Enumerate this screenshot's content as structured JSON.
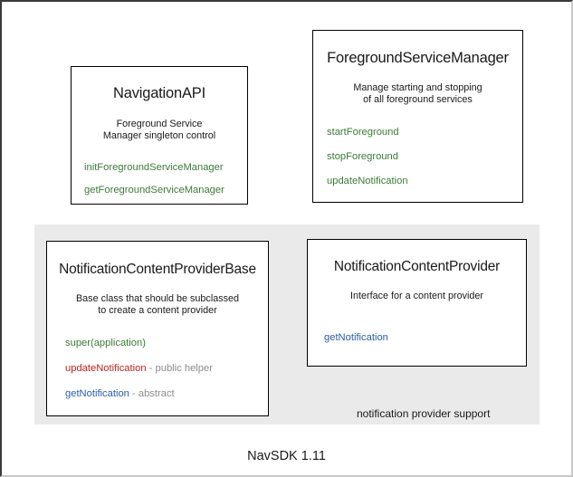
{
  "diagram": {
    "footer_label": "NavSDK 1.11",
    "panel": {
      "caption": "notification provider support",
      "background": "#eaeaea"
    },
    "colors": {
      "method_green": "#3c7a37",
      "method_red": "#c02020",
      "method_blue": "#2a5caa",
      "note_gray": "#8c8c8c",
      "box_border": "#000000",
      "panel_bg": "#eaeaea",
      "frame_dark": "#3a3a3a",
      "frame_light": "#c9c9c9"
    },
    "boxes": [
      {
        "id": "navigation-api",
        "title": "NavigationAPI",
        "description_line1": "Foreground Service",
        "description_line2": "Manager singleton control",
        "members": [
          {
            "name": "initForegroundServiceManager",
            "color": "green",
            "note": ""
          },
          {
            "name": "getForegroundServiceManager",
            "color": "green",
            "note": ""
          }
        ]
      },
      {
        "id": "foreground-service-manager",
        "title": "ForegroundServiceManager",
        "description_line1": "Manage starting and stopping",
        "description_line2": "of all foreground services",
        "members": [
          {
            "name": "startForeground",
            "color": "green",
            "note": ""
          },
          {
            "name": "stopForeground",
            "color": "green",
            "note": ""
          },
          {
            "name": "updateNotification",
            "color": "green",
            "note": ""
          }
        ]
      },
      {
        "id": "notification-content-provider-base",
        "title": "NotificationContentProviderBase",
        "description_line1": "Base class that should be subclassed",
        "description_line2": "to create a content provider",
        "members": [
          {
            "name": "super(application)",
            "color": "green",
            "note": ""
          },
          {
            "name": "updateNotification",
            "color": "red",
            "note": " - public helper"
          },
          {
            "name": "getNotification",
            "color": "blue",
            "note": " - abstract"
          }
        ]
      },
      {
        "id": "notification-content-provider",
        "title": "NotificationContentProvider",
        "description_line1": "Interface for a content provider",
        "description_line2": "",
        "members": [
          {
            "name": "getNotification",
            "color": "blue",
            "note": ""
          }
        ]
      }
    ]
  }
}
